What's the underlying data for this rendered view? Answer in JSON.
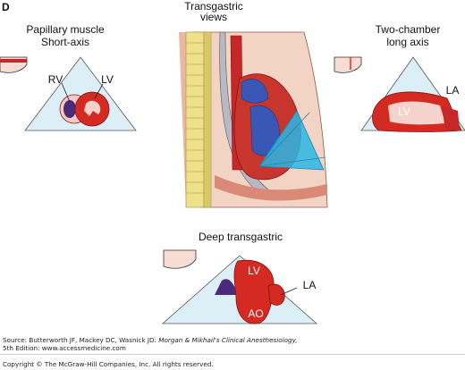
{
  "panel_letter": "D",
  "labels": {
    "transgastric_line1": "Transgastric",
    "transgastric_line2": "views",
    "papillary_line1": "Papillary muscle",
    "papillary_line2": "Short-axis",
    "rv": "RV",
    "lv_short": "LV",
    "two_chamber_line1": "Two-chamber",
    "two_chamber_line2": "long axis",
    "la_two_chamber": "LA",
    "lv_two_chamber": "LV",
    "deep_transgastric": "Deep transgastric",
    "lv_deep": "LV",
    "la_deep": "LA",
    "ao_deep": "AO"
  },
  "credit": {
    "source_prefix": "Source: Butterworth JF, Mackey DC, Wasnick JD:",
    "book_title": "Morgan & Mikhail's Clinical Anesthesiology,",
    "edition": "5th Edition: www.accessmedicine.com",
    "copyright": "Copyright © The McGraw-Hill Companies, Inc. All rights reserved."
  },
  "colors": {
    "myocardium": "#d42a22",
    "myocardium_dark": "#a3171a",
    "rv_purple": "#4a2a7a",
    "sector_fill": "#dceef6",
    "probe_beam": "#29b6e6",
    "skin": "#e9b7a3",
    "spine": "#efe08a"
  }
}
